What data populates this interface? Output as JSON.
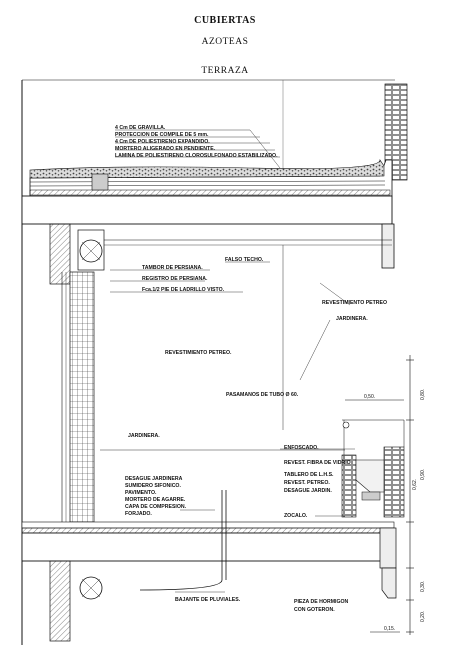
{
  "title": "CUBIERTAS",
  "subtitle": "AZOTEAS",
  "section_title": "TERRAZA",
  "labels": {
    "gravel": "4 Cm DE GRAVILLA.",
    "protection": "PROTECCION DE COMPILE DE 5 mm.",
    "polystyrene": "4 Cm DE POLIESTIRENO EXPANDIDO.",
    "mortar_slope": "MORTERO ALIGERADO EN PENDIENTE.",
    "sheet": "LAMINA DE POLIESTIRENO CLOROSULFONADO ESTABILIZADO.",
    "false_ceiling": "FALSO TECHO.",
    "blind_drum": "TAMBOR DE PERSIANA.",
    "blind_register": "REGISTRO DE PERSIANA.",
    "brick_wall": "Fca.1/2 PIE DE LADRILLO VISTO.",
    "stone_cladding_right": "REVESTIMIENTO PETREO",
    "planter_right": "JARDINERA.",
    "stone_cladding_center": "REVESTIMIENTO PETREO.",
    "handrail": "PASAMANOS DE TUBO Ø 60.",
    "planter_left": "JARDINERA.",
    "render": "ENFOSCADO.",
    "fiberglass": "REVEST. FIBRA DE VIDRIO",
    "lhs_board": "TABLERO DE L.H.S.",
    "stone_cladding_small": "REVEST. PETREO.",
    "planter_drain_right": "DESAGUE JARDIN.",
    "planter_drain": "DESAGUE JARDINERA",
    "siphon": "SUMIDERO SIFONICO.",
    "flooring": "PAVIMENTO.",
    "bedding_mortar": "MORTERO DE AGARRE.",
    "compression_layer": "CAPA DE COMPRESION.",
    "slab": "FORJADO.",
    "plinth": "ZOCALO.",
    "downpipe": "BAJANTE DE PLUVIALES.",
    "concrete_piece": "PIEZA DE HORMIGON CON GOTERON."
  },
  "dimensions": {
    "width_050": "0,50.",
    "height_080": "0,80.",
    "height_090": "0,90.",
    "dim_062": "0,62.",
    "height_030": "0,30.",
    "height_020": "0,20.",
    "width_015": "0,15."
  }
}
